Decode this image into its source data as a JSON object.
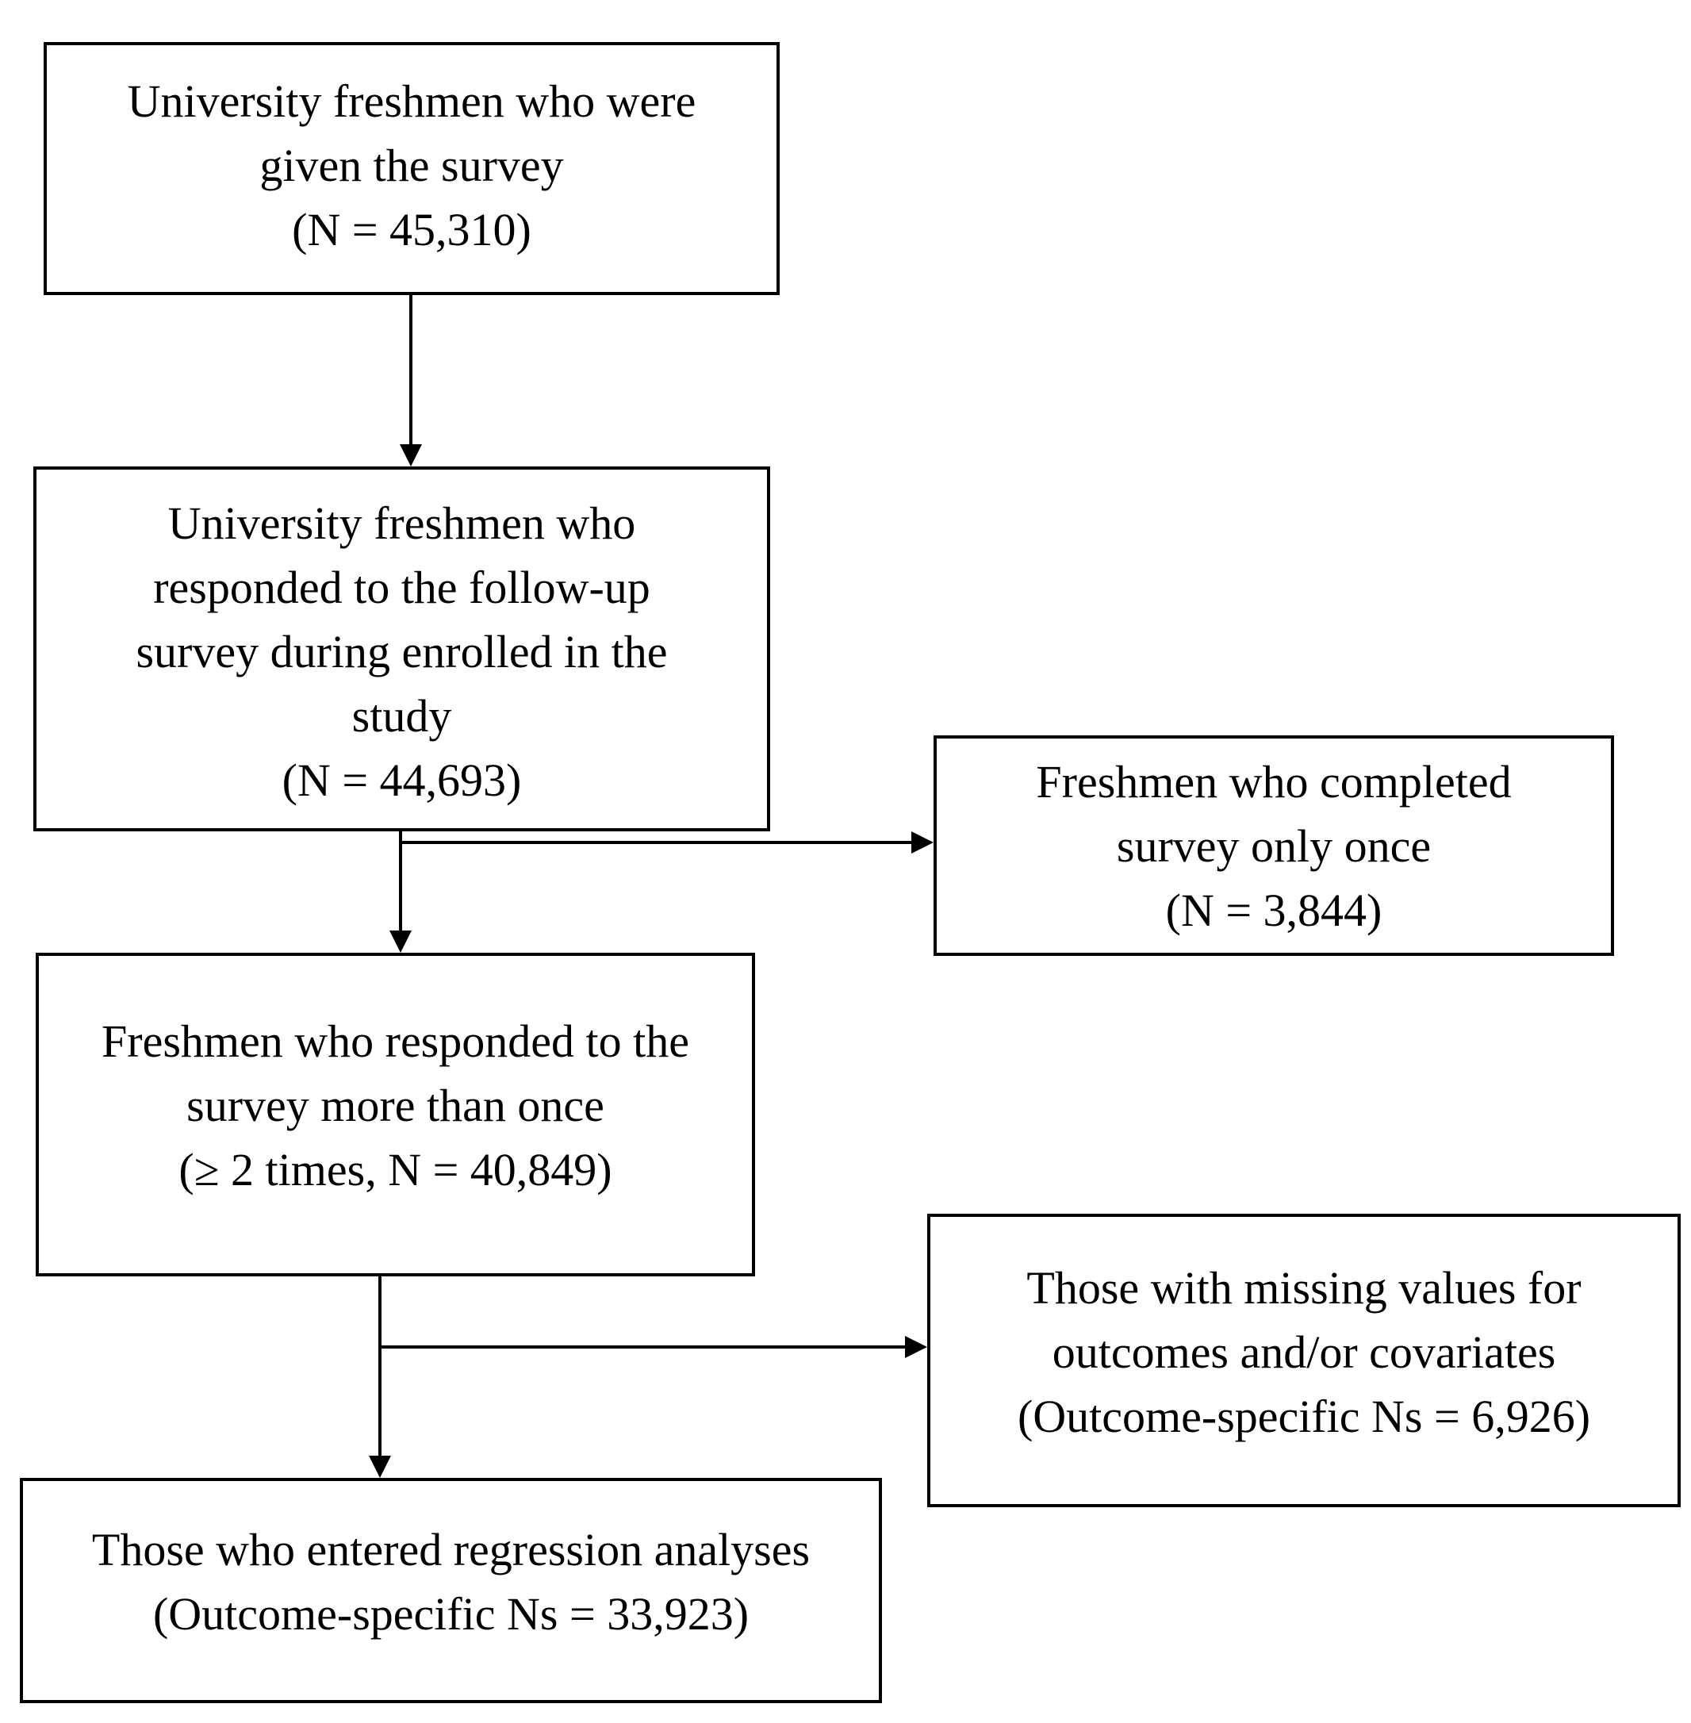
{
  "nodes": [
    {
      "id": "given-survey",
      "lines": [
        "University freshmen who were",
        "given the survey",
        "(N = 45,310)"
      ]
    },
    {
      "id": "responded-follow-up",
      "lines": [
        "University freshmen who",
        "responded to the follow-up",
        "survey during enrolled in the",
        "study",
        "(N = 44,693)"
      ]
    },
    {
      "id": "completed-once",
      "lines": [
        "Freshmen who completed",
        "survey only once",
        "(N = 3,844)"
      ]
    },
    {
      "id": "responded-more-than-once",
      "lines": [
        "Freshmen who responded to the",
        "survey more than once",
        "(≥ 2 times, N = 40,849)"
      ]
    },
    {
      "id": "missing-values",
      "lines": [
        "Those with missing values for",
        "outcomes and/or covariates",
        "(Outcome-specific Ns = 6,926)"
      ]
    },
    {
      "id": "regression-analyses",
      "lines": [
        "Those who entered regression analyses",
        "(Outcome-specific Ns = 33,923)"
      ]
    }
  ],
  "edges": [
    {
      "from": "given-survey",
      "to": "responded-follow-up"
    },
    {
      "from": "responded-follow-up",
      "to": "responded-more-than-once"
    },
    {
      "from": "responded-follow-up",
      "to": "completed-once"
    },
    {
      "from": "responded-more-than-once",
      "to": "regression-analyses"
    },
    {
      "from": "responded-more-than-once",
      "to": "missing-values"
    }
  ]
}
